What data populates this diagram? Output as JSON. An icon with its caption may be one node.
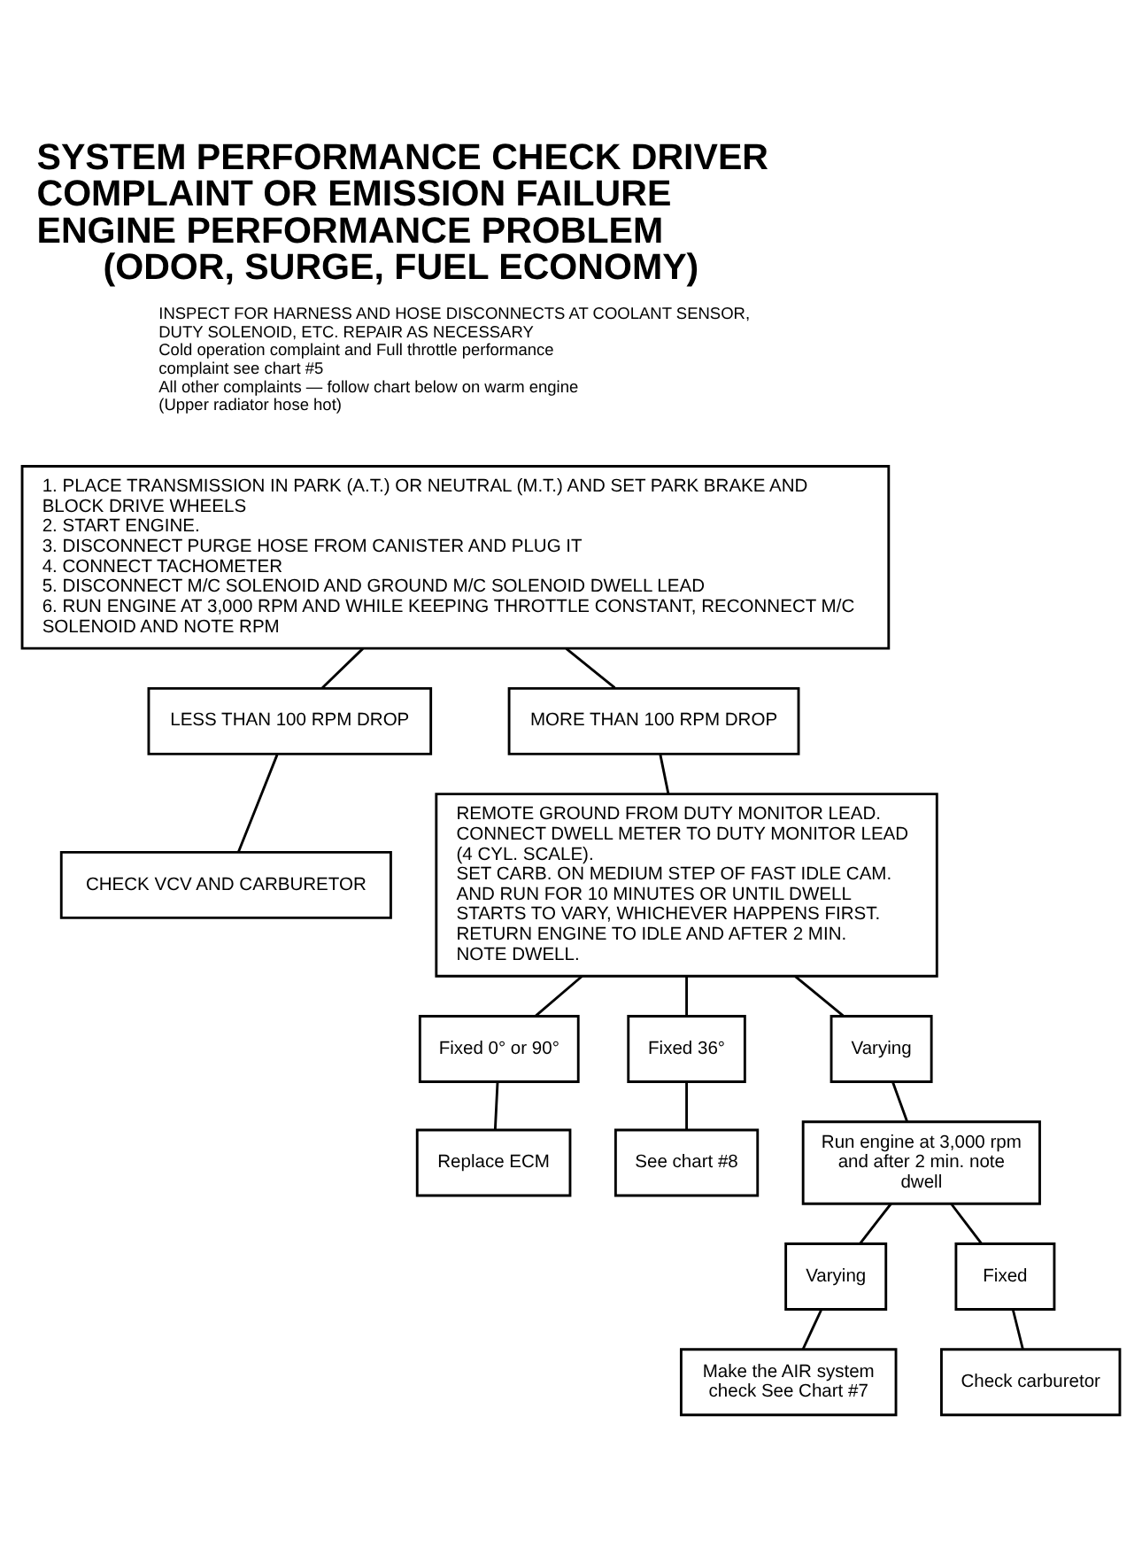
{
  "diagram": {
    "title": "SYSTEM PERFORMANCE CHECK DRIVER COMPLAINT OR EMISSION FAILURE ENGINE PERFORMANCE PROBLEM (ODOR, SURGE, FUEL ECONOMY)",
    "nodes": [
      {
        "text": [
          "1. PLACE TRANSMISSION IN PARK (A.T.) OR NEUTRAL (M.T.) AND SET PARK BRAKE AND BLOCK DRIVE WHEELS",
          "2. START ENGINE.",
          "3. DISCONNECT PURGE HOSE FROM CANISTER AND PLUG IT",
          "4. CONNECT TACHOMETER",
          "5. DISCONNECT M/C SOLENOID AND GROUND M/C SOLENOID DWELL LEAD",
          "6. RUN ENGINE AT 3,000 RPM AND WHILE KEEPING THROTTLE CONSTANT, RECONNECT M/C SOLENOID AND NOTE RPM"
        ]
      },
      {
        "text": [
          "LESS THAN 100 RPM DROP"
        ]
      },
      {
        "text": [
          "MORE THAN 100 RPM DROP"
        ]
      },
      {
        "text": [
          "CHECK VCV AND CARBURETOR"
        ]
      },
      {
        "text": [
          "REMOTE GROUND FROM DUTY MONITOR LEAD.",
          "CONNECT DWELL METER TO DUTY MONITOR LEAD (4 CYL. SCALE).",
          "SET CARB. ON MEDIUM STEP OF FAST IDLE CAM. AND RUN FOR 10 MINUTES OR UNTIL DWELL STARTS TO VARY, WHICHEVER HAPPENS FIRST.",
          "RETURN ENGINE TO IDLE AND AFTER 2 MIN. NOTE DWELL."
        ]
      },
      {
        "text": [
          "Fixed 0° or 90°"
        ]
      },
      {
        "text": [
          "Fixed 36°"
        ]
      },
      {
        "text": [
          "Varying"
        ]
      },
      {
        "text": [
          "Replace ECM"
        ]
      },
      {
        "text": [
          "See chart #8"
        ]
      },
      {
        "text": [
          "Run engine at 3,000 rpm and after 2 min. note dwell"
        ]
      },
      {
        "text": [
          "Varying"
        ]
      },
      {
        "text": [
          "Fixed"
        ]
      },
      {
        "text": [
          "Make the AIR system check See Chart #7"
        ]
      },
      {
        "text": [
          "Check carburetor"
        ]
      }
    ],
    "edges": [
      {
        "from": 0,
        "to": 1,
        "arrow": "none"
      },
      {
        "from": 0,
        "to": 2,
        "arrow": "none"
      },
      {
        "from": 1,
        "to": 3,
        "arrow": "none"
      },
      {
        "from": 2,
        "to": 4,
        "arrow": "none"
      },
      {
        "from": 4,
        "to": 5,
        "arrow": "none"
      },
      {
        "from": 4,
        "to": 6,
        "arrow": "none"
      },
      {
        "from": 4,
        "to": 7,
        "arrow": "none"
      },
      {
        "from": 5,
        "to": 8,
        "arrow": "none"
      },
      {
        "from": 6,
        "to": 9,
        "arrow": "none"
      },
      {
        "from": 7,
        "to": 10,
        "arrow": "none"
      },
      {
        "from": 10,
        "to": 11,
        "arrow": "none"
      },
      {
        "from": 10,
        "to": 12,
        "arrow": "none"
      },
      {
        "from": 11,
        "to": 13,
        "arrow": "none"
      },
      {
        "from": 12,
        "to": 14,
        "arrow": "none"
      }
    ],
    "labels": [
      "INSPECT FOR HARNESS AND HOSE DISCONNECTS AT COOLANT SENSOR, DUTY SOLENOID, ETC. REPAIR AS NECESSARY",
      "Cold operation complaint and Full throttle performance complaint see chart #5",
      "All other complaints — follow chart below on warm engine (Upper radiator hose hot)"
    ]
  }
}
